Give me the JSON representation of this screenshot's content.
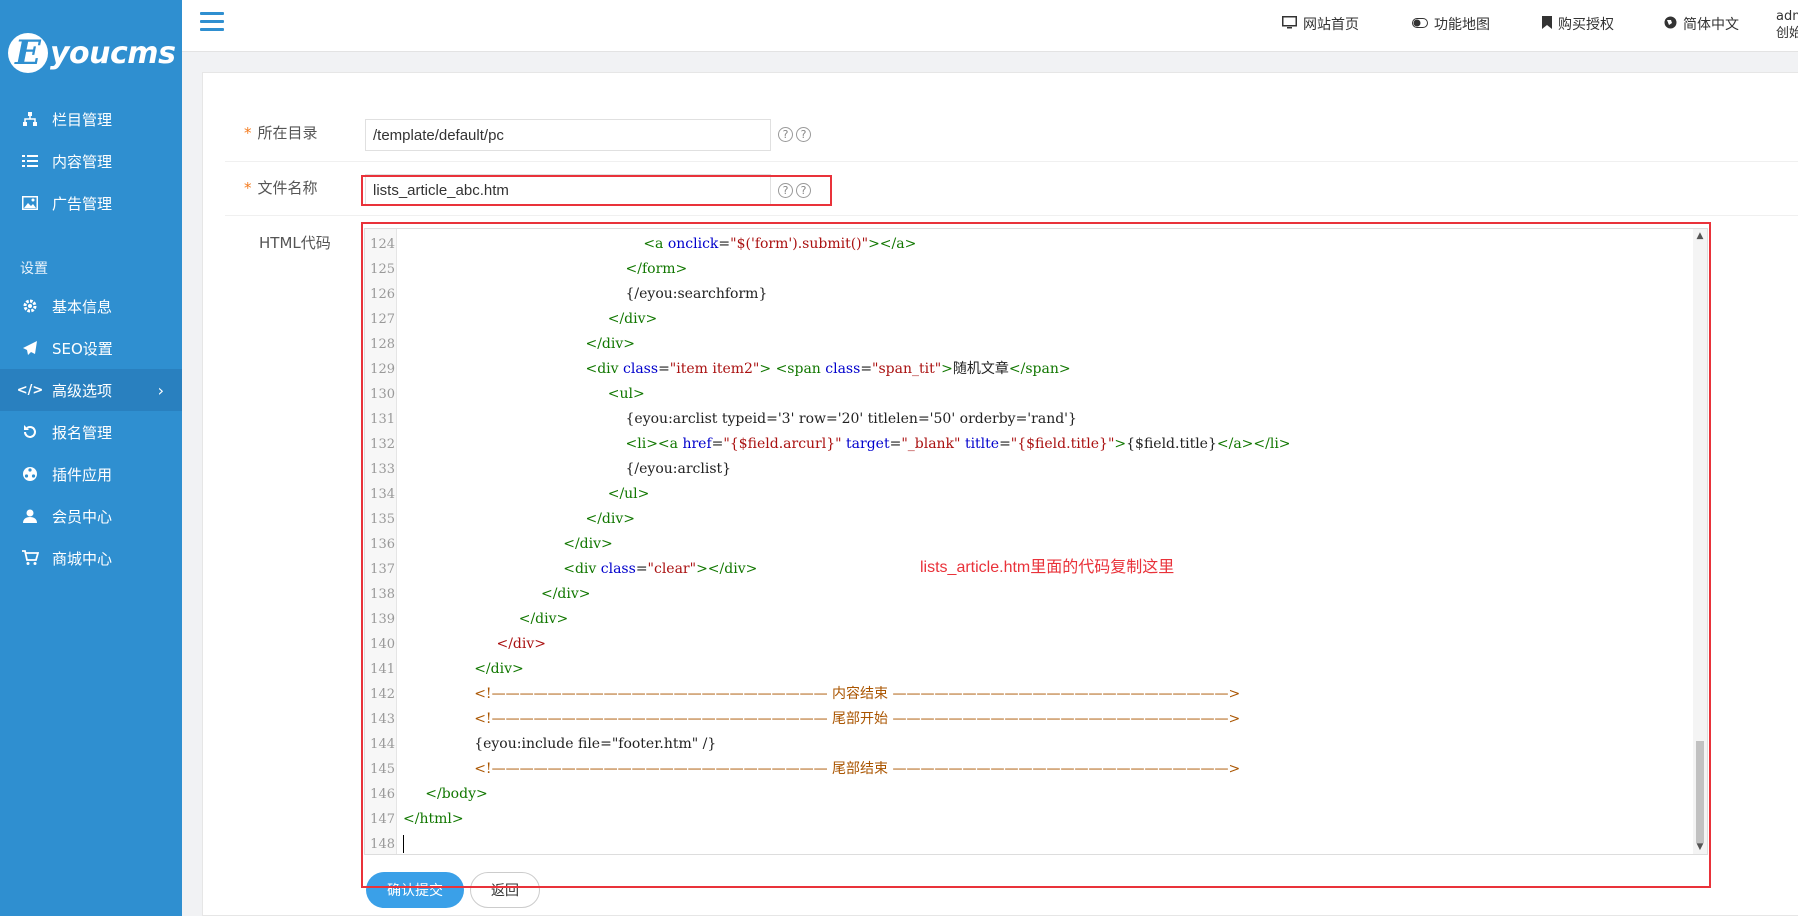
{
  "sidebar": {
    "logo_letter": "E",
    "logo_text": "youcms",
    "items": [
      {
        "label": "栏目管理",
        "icon": "sitemap-icon"
      },
      {
        "label": "内容管理",
        "icon": "list-icon"
      },
      {
        "label": "广告管理",
        "icon": "image-icon"
      },
      {
        "label": "基本信息",
        "icon": "gear-icon"
      },
      {
        "label": "SEO设置",
        "icon": "paper-plane-icon"
      },
      {
        "label": "高级选项",
        "icon": "code-icon"
      },
      {
        "label": "报名管理",
        "icon": "refresh-icon"
      },
      {
        "label": "插件应用",
        "icon": "puzzle-icon"
      },
      {
        "label": "会员中心",
        "icon": "user-icon"
      },
      {
        "label": "商城中心",
        "icon": "cart-icon"
      }
    ],
    "section_label": "设置",
    "active_item": "高级选项",
    "accent_color": "#2f8fd0"
  },
  "topbar": {
    "links": [
      {
        "label": "网站首页",
        "icon": "monitor-icon"
      },
      {
        "label": "功能地图",
        "icon": "toggle-icon"
      },
      {
        "label": "购买授权",
        "icon": "bookmark-icon"
      },
      {
        "label": "简体中文",
        "icon": "globe-icon"
      }
    ],
    "user_line1": "adm",
    "user_line2": "创始"
  },
  "form": {
    "dir_label": "所在目录",
    "dir_value": "/template/default/pc",
    "filename_label": "文件名称",
    "filename_value": "lists_article_abc.htm",
    "code_label": "HTML代码",
    "help_text": "?",
    "annotation": "lists_article.htm里面的代码复制这里",
    "submit_label": "确认提交",
    "back_label": "返回"
  },
  "code_lines": [
    {
      "n": "124"
    },
    {
      "n": "125"
    },
    {
      "n": "126"
    },
    {
      "n": "127"
    },
    {
      "n": "128"
    },
    {
      "n": "129"
    },
    {
      "n": "130"
    },
    {
      "n": "131"
    },
    {
      "n": "132"
    },
    {
      "n": "133"
    },
    {
      "n": "134"
    },
    {
      "n": "135"
    },
    {
      "n": "136"
    },
    {
      "n": "137"
    },
    {
      "n": "138"
    },
    {
      "n": "139"
    },
    {
      "n": "140"
    },
    {
      "n": "141"
    },
    {
      "n": "142"
    },
    {
      "n": "143"
    },
    {
      "n": "144"
    },
    {
      "n": "145"
    },
    {
      "n": "146"
    },
    {
      "n": "147"
    },
    {
      "n": "148"
    }
  ],
  "code_text": {
    "l124_onclick": "\"$('form').submit()\"",
    "l126": "{/eyou:searchform}",
    "l129_class1": "\"item item2\"",
    "l129_class2": "\"span_tit\"",
    "l129_text": "随机文章",
    "l131": "{eyou:arclist typeid='3' row='20' titlelen='50' orderby='rand'}",
    "l132_href": "\"{$field.arcurl}\"",
    "l132_target": "\"_blank\"",
    "l132_title": "\"{$field.title}\"",
    "l132_text": "{$field.title}",
    "l133": "{/eyou:arclist}",
    "l137_class": "\"clear\"",
    "l142_text": "内容结束",
    "l143_text": "尾部开始",
    "l144": "{eyou:include file=\"footer.htm\" /}",
    "l145_text": "尾部结束",
    "dashes": "————————————————————————"
  }
}
